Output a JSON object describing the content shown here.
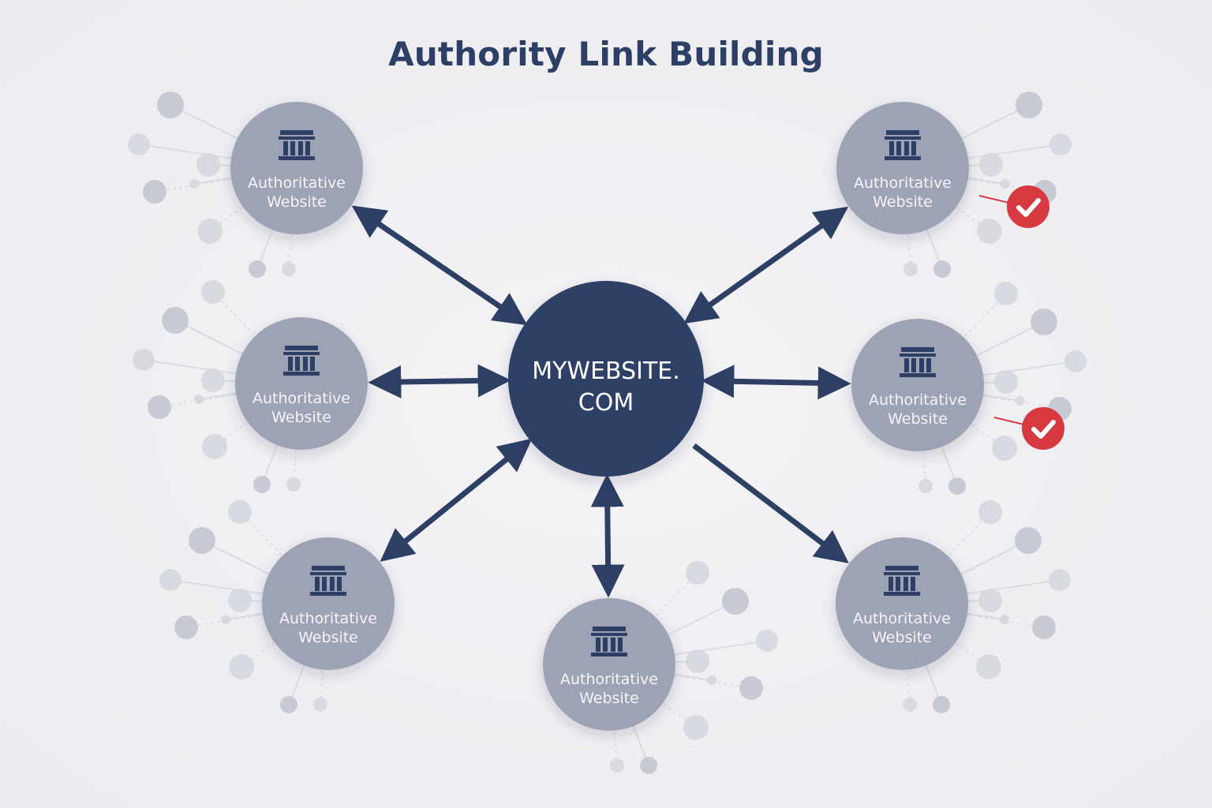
{
  "title": "Authority Link Building",
  "hub": {
    "label_line1": "MYWEBSITE.",
    "label_line2": "COM"
  },
  "nodes": [
    {
      "id": "top-left",
      "line1": "Authoritative",
      "line2": "Website",
      "checked": false
    },
    {
      "id": "top-right",
      "line1": "Authoritative",
      "line2": "Website",
      "checked": true
    },
    {
      "id": "middle-left",
      "line1": "Authoritative",
      "line2": "Website",
      "checked": false
    },
    {
      "id": "middle-right",
      "line1": "Authoritative",
      "line2": "Website",
      "checked": true
    },
    {
      "id": "bottom-left",
      "line1": "Authoritative",
      "line2": "Website",
      "checked": false
    },
    {
      "id": "bottom-center",
      "line1": "Authoritative",
      "line2": "Website",
      "checked": false
    },
    {
      "id": "bottom-right",
      "line1": "Authoritative",
      "line2": "Website",
      "checked": false
    }
  ],
  "connections": [
    {
      "from": "hub",
      "to": "top-left",
      "direction": "both"
    },
    {
      "from": "hub",
      "to": "top-right",
      "direction": "both"
    },
    {
      "from": "hub",
      "to": "middle-left",
      "direction": "both"
    },
    {
      "from": "hub",
      "to": "middle-right",
      "direction": "both"
    },
    {
      "from": "hub",
      "to": "bottom-left",
      "direction": "both"
    },
    {
      "from": "hub",
      "to": "bottom-center",
      "direction": "both"
    },
    {
      "from": "hub",
      "to": "bottom-right",
      "direction": "to"
    }
  ],
  "icons": {
    "node": "bank-building-icon",
    "badge": "checkmark-icon"
  },
  "colors": {
    "background": "#efeff2",
    "hub": "#2e3f66",
    "node": "#9da3b5",
    "arrow": "#2e3f66",
    "check_badge": "#d8383f",
    "title": "#2e3f66"
  }
}
